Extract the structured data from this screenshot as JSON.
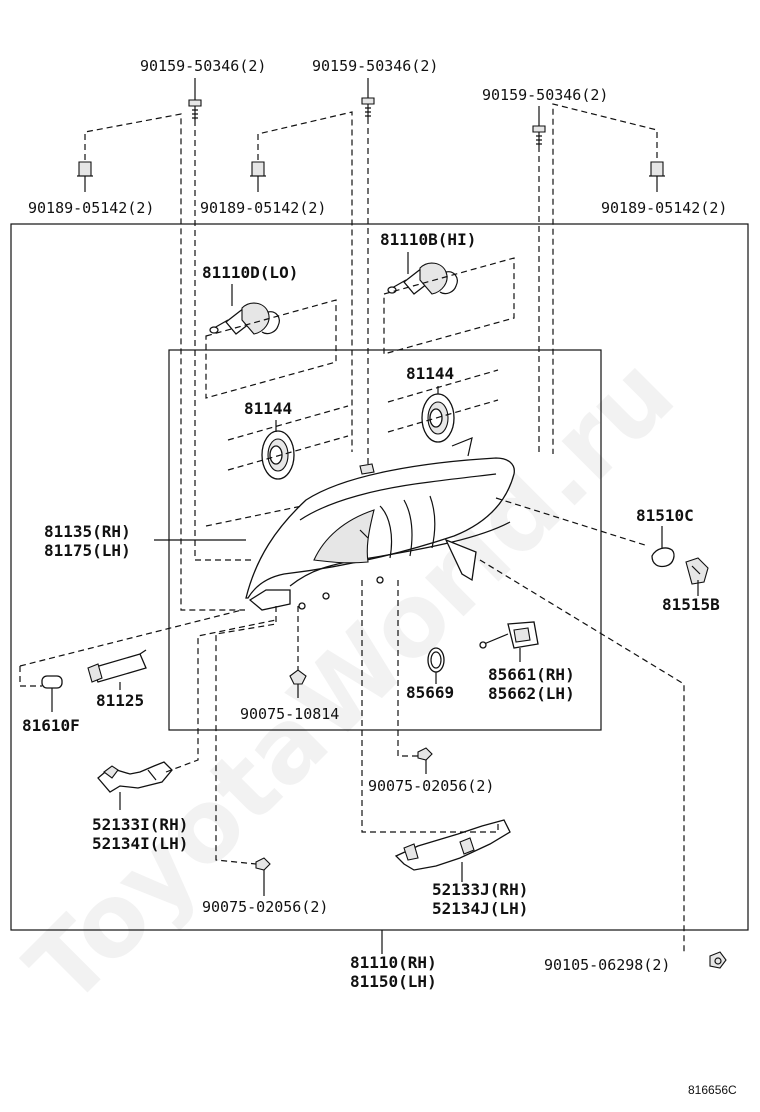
{
  "watermark": "ToyotaWorld.ru",
  "diagram_code": "816656C",
  "labels": {
    "screw_a": "90159-50346(2)",
    "screw_b": "90159-50346(2)",
    "screw_c": "90159-50346(2)",
    "nut_a": "90189-05142(2)",
    "nut_b": "90189-05142(2)",
    "nut_c": "90189-05142(2)",
    "bulb_hi": "81110B(HI)",
    "bulb_lo": "81110D(LO)",
    "cap_left": "81144",
    "cap_right": "81144",
    "lens_rh": "81135(RH)",
    "lens_lh": "81175(LH)",
    "side_lamp": "81510C",
    "side_socket": "81515B",
    "socket_81125": "81125",
    "bulb_81610f": "81610F",
    "clip_10814": "90075-10814",
    "oring_85669": "85669",
    "actuator_rh": "85661(RH)",
    "actuator_lh": "85662(LH)",
    "clip_02056_right": "90075-02056(2)",
    "clip_02056_left": "90075-02056(2)",
    "bracket_i_rh": "52133I(RH)",
    "bracket_i_lh": "52134I(LH)",
    "bracket_j_rh": "52133J(RH)",
    "bracket_j_lh": "52134J(LH)",
    "assy_rh": "81110(RH)",
    "assy_lh": "81150(LH)",
    "bolt_06298": "90105-06298(2)"
  }
}
